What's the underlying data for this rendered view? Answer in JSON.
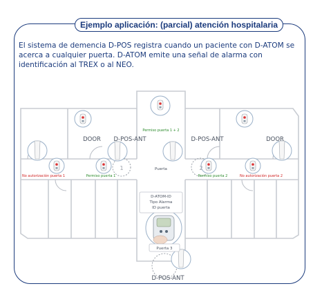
{
  "title": "Ejemplo aplicación: (parcial) atención hospitalaria",
  "description": "El sistema de demencia D-POS registra cuando un paciente con D-ATOM se acerca a cualquier puerta. D-ATOM emite una señal de alarma con identificación al TREX o al NEO.",
  "labels": {
    "door_left": "DOOR",
    "door_right": "DOOR",
    "dpos_ant_left": "D-POS-ANT",
    "dpos_ant_right": "D-POS-ANT",
    "dpos_ant_bottom": "D-POS-ANT",
    "permiso_1_2": "Permiso puerta 1 + 2",
    "no_auth_1": "No autorización puerta 1",
    "permiso_1": "Permiso puerta 1",
    "permiso_2": "Permiso puerta 2",
    "no_auth_2": "No autorización puerta 2",
    "puerta": "Puerta",
    "door_num_1": "1",
    "door_num_2": "2",
    "datom_id": "D-ATOM-ID",
    "tipo_alarma": "Tipo Alarma",
    "id_puerta": "ID puerta",
    "puerta_3": "Puerta 3"
  },
  "colors": {
    "frame": "#1a3a7c",
    "text": "#1a3a7c",
    "permit": "#2a8a2a",
    "deny": "#d02020",
    "wall": "#c8ccd2"
  }
}
